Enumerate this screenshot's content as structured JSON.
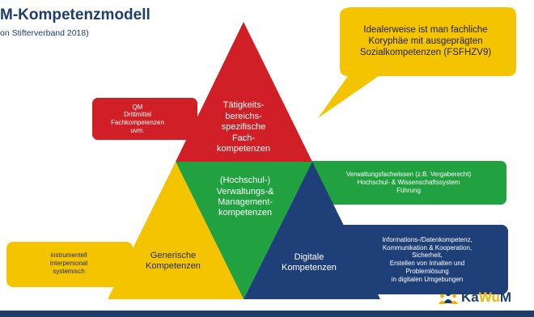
{
  "header": {
    "title": "M-Kompetenzmodell",
    "subtitle": "on Stifterverband 2018)"
  },
  "colors": {
    "red": "#d01f26",
    "green": "#21a140",
    "yellow": "#f5c400",
    "blue": "#1f3f78",
    "bubble": "#f5c400",
    "navy_text": "#1f3d6b"
  },
  "triangles": {
    "top_red": [
      "Tätigkeits-",
      "bereichs-",
      "spezifische",
      "Fach-",
      "kompetenzen"
    ],
    "center_green": [
      "(Hochschul-)",
      "Verwaltungs-&",
      "Management-",
      "kompetenzen"
    ],
    "left_yellow": [
      "Generische",
      "Kompetenzen"
    ],
    "right_blue": [
      "Digitale",
      "Kompetenzen"
    ]
  },
  "boxes": {
    "red": [
      "QM",
      "Drittmittel",
      "Fachkompetenzen",
      "uvm."
    ],
    "green": [
      "Verwaltungsfachwissen (z.B. Vergaberecht)",
      "Hochschul- & Wissenschaftssystem",
      "Führung"
    ],
    "blue": [
      "Informations-/Datenkompetenz,",
      "Kommunikation & Kooperation,",
      "Sicherheit,",
      "Erstellen von Inhalten und",
      "Problemlösung",
      "in digitalen Umgebungen"
    ],
    "yellow": [
      "instrumentell",
      "interpersonal",
      "systemisch"
    ]
  },
  "speech_bubble": [
    "Idealerweise ist man fachliche",
    "Koryphäe mit ausgeprägten",
    "Sozialkompetenzen (FSFHZV9)"
  ],
  "logo": {
    "icon": "people-group-icon",
    "part1": "Ka",
    "part2": "Wu",
    "part3": "M"
  }
}
